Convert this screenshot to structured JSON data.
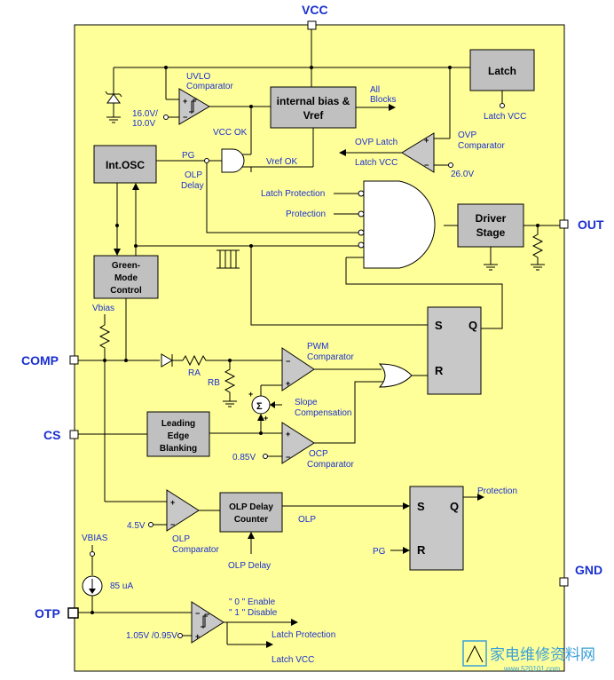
{
  "pins": {
    "vcc": "VCC",
    "out": "OUT",
    "comp": "COMP",
    "cs": "CS",
    "gnd": "GND",
    "otp": "OTP"
  },
  "blocks": {
    "latch": "Latch",
    "internal_bias_1": "internal bias &",
    "internal_bias_2": "Vref",
    "int_osc": "Int.OSC",
    "green_1": "Green-",
    "green_2": "Mode",
    "green_3": "Control",
    "driver_1": "Driver",
    "driver_2": "Stage",
    "leb_1": "Leading",
    "leb_2": "Edge",
    "leb_3": "Blanking",
    "olp_delay_1": "OLP Delay",
    "olp_delay_2": "Counter"
  },
  "labels": {
    "uvlo_1": "UVLO",
    "uvlo_2": "Comparator",
    "uvlo_th_1": "16.0V/",
    "uvlo_th_2": "10.0V",
    "all_blocks_1": "All",
    "all_blocks_2": "Blocks",
    "latch_vcc_top": "Latch VCC",
    "vcc_ok": "VCC OK",
    "ovp_latch": "OVP Latch",
    "ovp_comp_1": "OVP",
    "ovp_comp_2": "Comparator",
    "latch_vcc_ovp": "Latch VCC",
    "ovp_th": "26.0V",
    "pg": "PG",
    "vref_ok": "Vref OK",
    "olp_delay_sig_1": "OLP",
    "olp_delay_sig_2": "Delay",
    "latch_protection": "Latch Protection",
    "protection": "Protection",
    "vbias": "Vbias",
    "ra": "RA",
    "rb": "RB",
    "pwm_comp_1": "PWM",
    "pwm_comp_2": "Comparator",
    "slope_1": "Slope",
    "slope_2": "Compensation",
    "ocp_th": "0.85V",
    "ocp_comp_1": "OCP",
    "ocp_comp_2": "Comparator",
    "olp_th": "4.5V",
    "olp_comp_1": "OLP",
    "olp_comp_2": "Comparator",
    "olp_out": "OLP",
    "olp_delay_in": "OLP Delay",
    "protection_out": "Protection",
    "pg_bottom": "PG",
    "vbias_bottom": "VBIAS",
    "current_85": "85 uA",
    "otp_th": "1.05V /0.95V",
    "enable_0": "\" 0 \" Enable",
    "disable_1": "\" 1 \" Disable",
    "otp_latch_protection": "Latch Protection",
    "otp_latch_vcc": "Latch VCC",
    "sr_s1": "S",
    "sr_q1": "Q",
    "sr_r1": "R",
    "sr_s2": "S",
    "sr_q2": "Q",
    "sr_r2": "R",
    "sigma": "Σ"
  },
  "watermark": {
    "text": "家电维修资料网",
    "sub": "www.520101.com"
  },
  "colors": {
    "chip_fill": "#ffff99",
    "pin_text": "#1a2fd0",
    "block_fill": "#c0c0c0"
  }
}
